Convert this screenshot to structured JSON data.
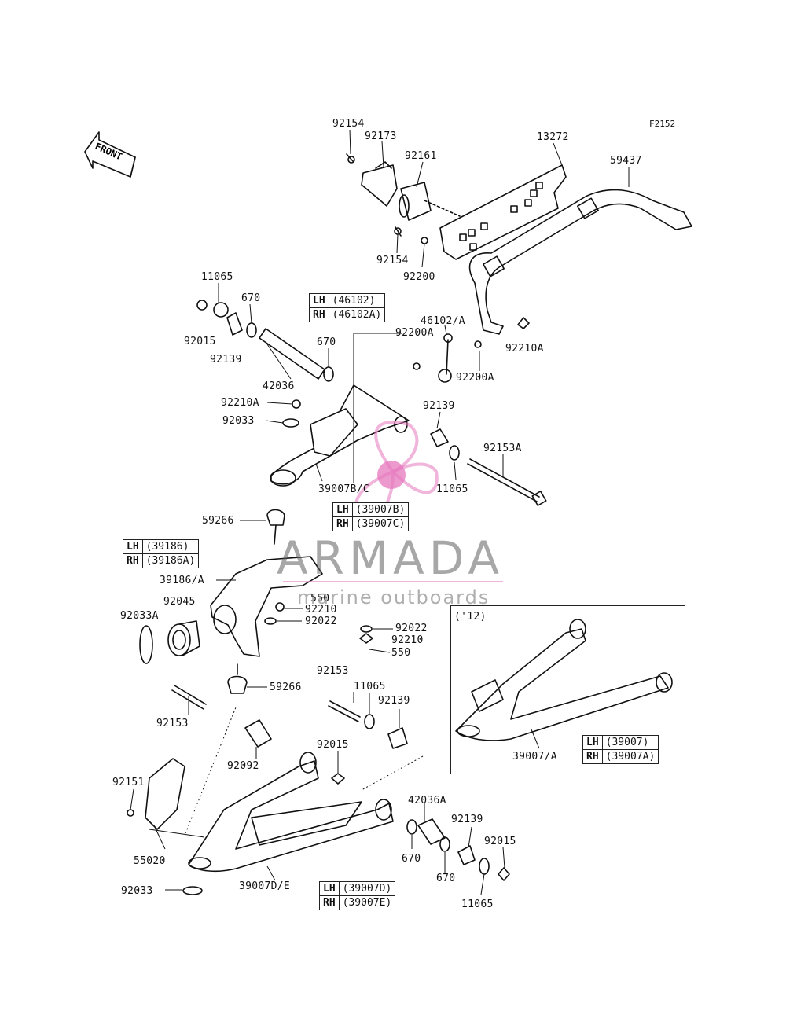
{
  "figure_code": "F2152",
  "front_label": "FRONT",
  "inset_label": "('12)",
  "watermark": {
    "brand": "ARMADA",
    "tagline": "marine outboards"
  },
  "part_labels": [
    {
      "id": "p92154a",
      "text": "92154"
    },
    {
      "id": "p92173",
      "text": "92173"
    },
    {
      "id": "p92161",
      "text": "92161"
    },
    {
      "id": "p13272",
      "text": "13272"
    },
    {
      "id": "p59437",
      "text": "59437"
    },
    {
      "id": "p92154b",
      "text": "92154"
    },
    {
      "id": "p92200",
      "text": "92200"
    },
    {
      "id": "p11065a",
      "text": "11065"
    },
    {
      "id": "p670a",
      "text": "670"
    },
    {
      "id": "p92015a",
      "text": "92015"
    },
    {
      "id": "p92139a",
      "text": "92139"
    },
    {
      "id": "p670b",
      "text": "670"
    },
    {
      "id": "p42036",
      "text": "42036"
    },
    {
      "id": "p46102A",
      "text": "46102/A"
    },
    {
      "id": "p92200Aa",
      "text": "92200A"
    },
    {
      "id": "p92210Aa",
      "text": "92210A"
    },
    {
      "id": "p92200Ab",
      "text": "92200A"
    },
    {
      "id": "p92210Ab",
      "text": "92210A"
    },
    {
      "id": "p92139b",
      "text": "92139"
    },
    {
      "id": "p92033a",
      "text": "92033"
    },
    {
      "id": "p92153A",
      "text": "92153A"
    },
    {
      "id": "p39007BC",
      "text": "39007B/C"
    },
    {
      "id": "p11065b",
      "text": "11065"
    },
    {
      "id": "p59266a",
      "text": "59266"
    },
    {
      "id": "p39186A",
      "text": "39186/A"
    },
    {
      "id": "p550a",
      "text": "550"
    },
    {
      "id": "p92045",
      "text": "92045"
    },
    {
      "id": "p92210a",
      "text": "92210"
    },
    {
      "id": "p92033A",
      "text": "92033A"
    },
    {
      "id": "p92022a",
      "text": "92022"
    },
    {
      "id": "p92022b",
      "text": "92022"
    },
    {
      "id": "p92210b",
      "text": "92210"
    },
    {
      "id": "p550b",
      "text": "550"
    },
    {
      "id": "p92153a",
      "text": "92153"
    },
    {
      "id": "p59266b",
      "text": "59266"
    },
    {
      "id": "p11065c",
      "text": "11065"
    },
    {
      "id": "p92139c",
      "text": "92139"
    },
    {
      "id": "p92153b",
      "text": "92153"
    },
    {
      "id": "p92015b",
      "text": "92015"
    },
    {
      "id": "p92092",
      "text": "92092"
    },
    {
      "id": "p92151",
      "text": "92151"
    },
    {
      "id": "p42036A",
      "text": "42036A"
    },
    {
      "id": "p92139d",
      "text": "92139"
    },
    {
      "id": "p92015c",
      "text": "92015"
    },
    {
      "id": "p55020",
      "text": "55020"
    },
    {
      "id": "p670c",
      "text": "670"
    },
    {
      "id": "p670d",
      "text": "670"
    },
    {
      "id": "p39007DE",
      "text": "39007D/E"
    },
    {
      "id": "p92033b",
      "text": "92033"
    },
    {
      "id": "p11065d",
      "text": "11065"
    },
    {
      "id": "p39007A",
      "text": "39007/A"
    }
  ],
  "lr_tables": [
    {
      "id": "t46102",
      "lh": "(46102)",
      "rh": "(46102A)"
    },
    {
      "id": "t39007B",
      "lh": "(39007B)",
      "rh": "(39007C)"
    },
    {
      "id": "t39186",
      "lh": "(39186)",
      "rh": "(39186A)"
    },
    {
      "id": "t39007",
      "lh": "(39007)",
      "rh": "(39007A)"
    },
    {
      "id": "t39007D",
      "lh": "(39007D)",
      "rh": "(39007E)"
    }
  ],
  "side_labels": {
    "lh": "LH",
    "rh": "RH"
  }
}
